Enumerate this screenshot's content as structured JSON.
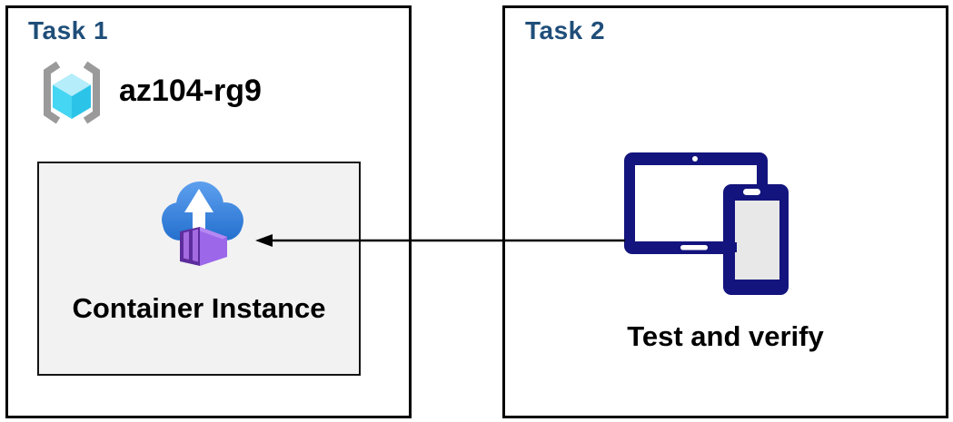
{
  "task1": {
    "title": "Task 1",
    "resource_group": {
      "name": "az104-rg9",
      "icon": "resource-group-icon"
    },
    "container": {
      "label": "Container Instance",
      "icon": "container-instances-icon"
    }
  },
  "task2": {
    "title": "Task 2",
    "devices": {
      "label": "Test and verify",
      "icon": "tablet-and-phone-icon"
    }
  },
  "arrow": {
    "icon": "left-arrow",
    "direction": "right-to-left",
    "from": "tablet-and-phone-icon",
    "to": "container-instances-icon"
  },
  "colors": {
    "title_blue": "#1F4E79",
    "box_border": "#000000",
    "inner_box_bg": "#F2F2F2",
    "device_navy": "#14147E",
    "device_screen_gray": "#E8E8E8",
    "cloud_blue_top": "#5EA0EF",
    "cloud_blue_bottom": "#2470CE",
    "cube_front_dark_purple": "#5D2D9D",
    "cube_panel_purple": "#A46BE0",
    "cube_side_purple": "#9C67E9",
    "cube_top_purple": "#B588F2",
    "rg_bracket_gray": "#9A9A9A",
    "rg_cube_top_cyan": "#B5EDFA",
    "rg_cube_left_cyan": "#44D6F2",
    "rg_cube_right_cyan": "#2BC4E8",
    "text_black": "#000000"
  }
}
